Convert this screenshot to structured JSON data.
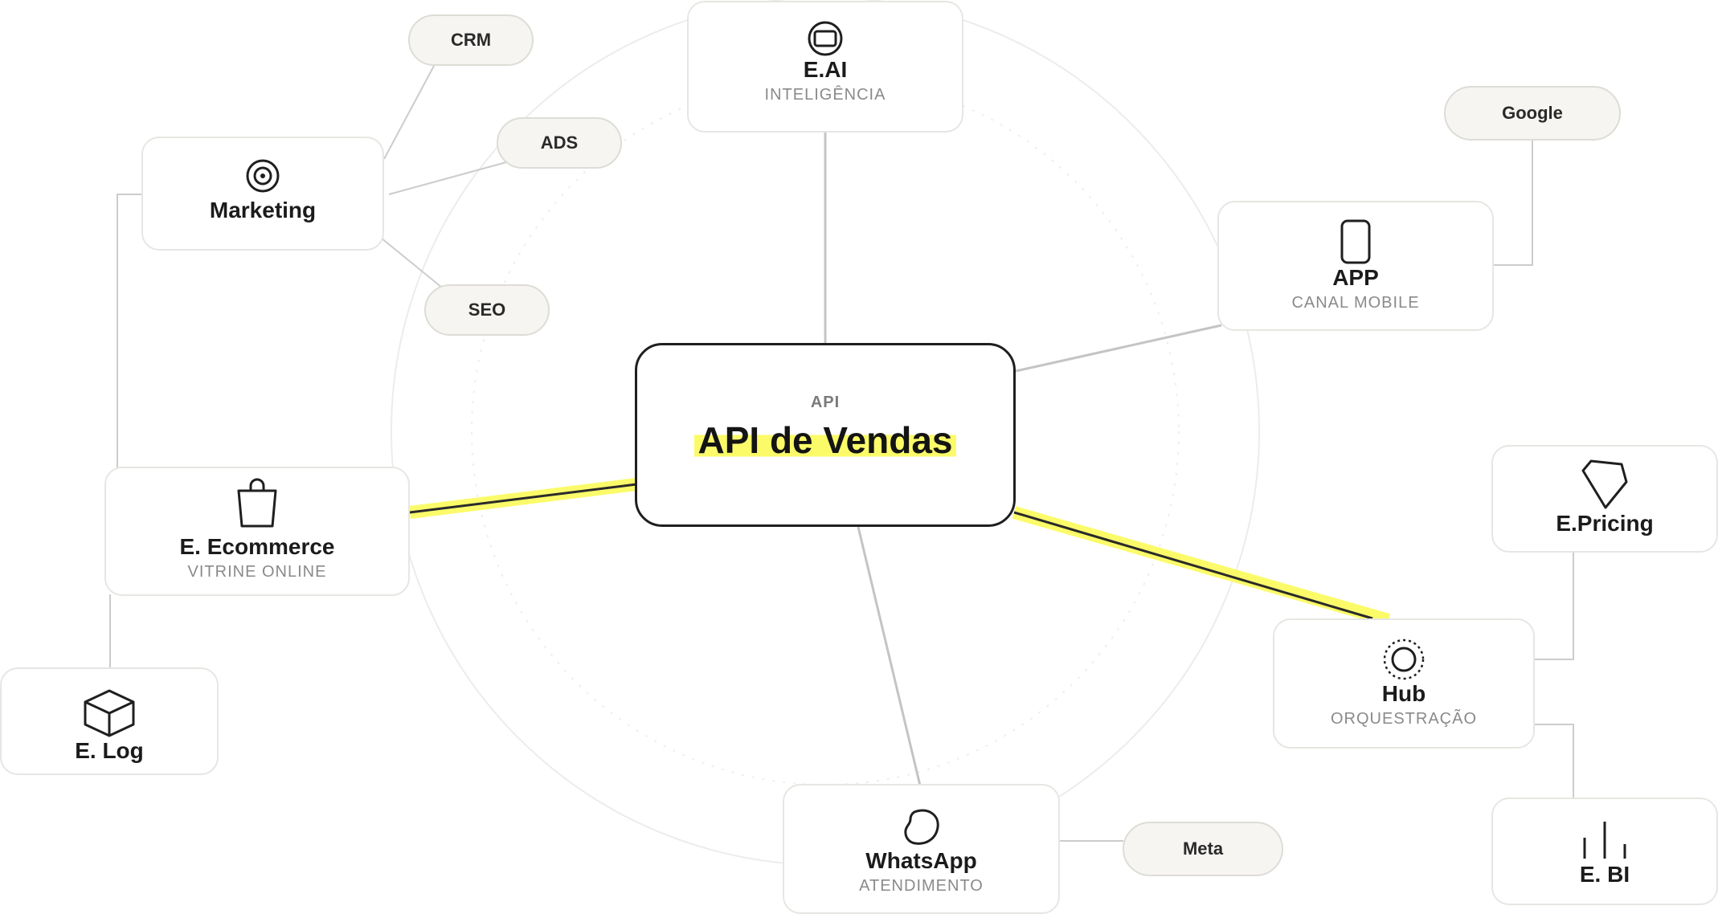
{
  "center": {
    "tag": "API",
    "title": "API de Vendas"
  },
  "nodes": {
    "eai": {
      "title": "E.AI",
      "sub": "INTELIGÊNCIA"
    },
    "marketing": {
      "title": "Marketing"
    },
    "app": {
      "title": "APP",
      "sub": "CANAL MOBILE"
    },
    "ecommerce": {
      "title": "E. Ecommerce",
      "sub": "VITRINE ONLINE"
    },
    "elog": {
      "title": "E. Log"
    },
    "epricing": {
      "title": "E.Pricing"
    },
    "hub": {
      "title": "Hub",
      "sub": "ORQUESTRAÇÃO"
    },
    "whatsapp": {
      "title": "WhatsApp",
      "sub": "ATENDIMENTO"
    },
    "ebi": {
      "title": "E. BI"
    }
  },
  "pills": {
    "crm": "CRM",
    "ads": "ADS",
    "seo": "SEO",
    "google": "Google",
    "meta": "Meta"
  },
  "colors": {
    "highlight": "#fbfb6a",
    "line": "#c4c4c4",
    "strong_line": "#2a2a2a"
  },
  "icons": {
    "eai": "screen-icon",
    "marketing": "target-icon",
    "app": "phone-icon",
    "ecommerce": "bag-icon",
    "elog": "box-icon",
    "epricing": "tag-icon",
    "hub": "orbit-icon",
    "whatsapp": "chat-icon",
    "ebi": "bars-icon"
  }
}
